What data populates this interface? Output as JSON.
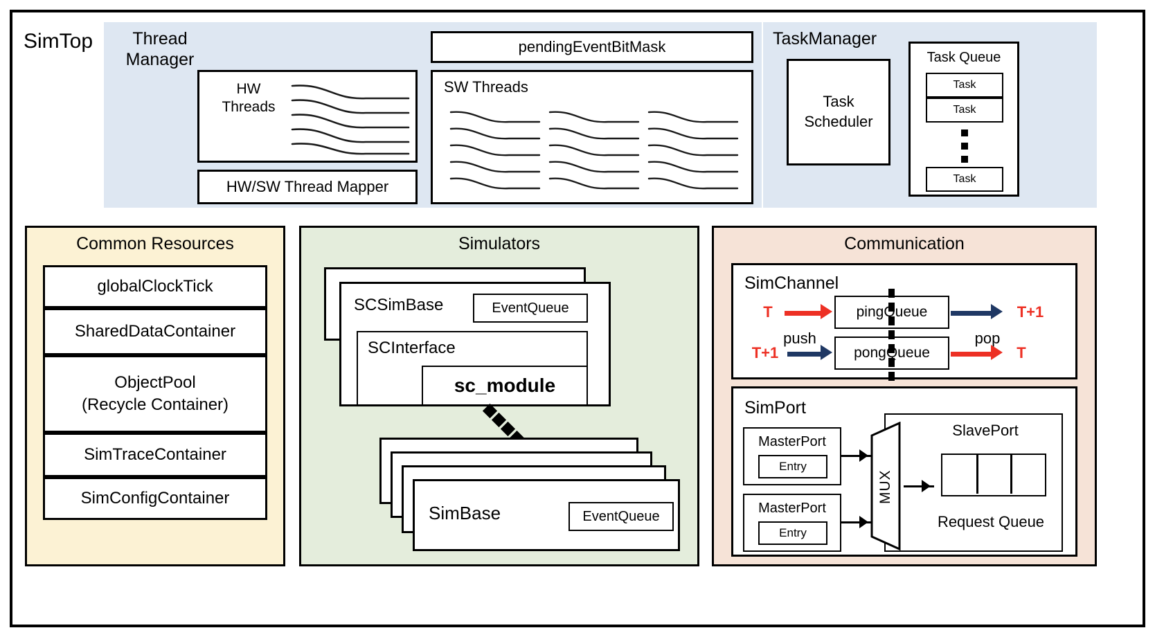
{
  "diagram": {
    "title": "SimTop",
    "colors": {
      "thread_panel": "#DEE7F2",
      "common_panel": "#FCF2D4",
      "simulators_panel": "#E4EDDC",
      "communication_panel": "#F6E3D7",
      "arrow_red": "#ED3024",
      "arrow_blue": "#1F3864",
      "stroke": "#000000"
    },
    "simtop": {
      "label": "SimTop",
      "thread_manager": {
        "label": "Thread Manager",
        "hw_threads": {
          "label": "HW Threads",
          "curve_count": 5
        },
        "hw_sw_mapper": {
          "label": "HW/SW Thread Mapper"
        },
        "pending_event_bitmask": {
          "label": "pendingEventBitMask"
        },
        "sw_threads": {
          "label": "SW Threads",
          "groups": 3,
          "curves_per_group": 5
        }
      },
      "task_manager": {
        "label": "TaskManager",
        "scheduler": {
          "label": "Task Scheduler"
        },
        "task_queue": {
          "label": "Task Queue",
          "items": [
            "Task",
            "Task",
            "Task"
          ],
          "ellipsis_dots": 3
        }
      }
    },
    "common_resources": {
      "title": "Common Resources",
      "items": [
        "globalClockTick",
        "SharedDataContainer",
        "ObjectPool\n(Recycle Container)",
        "SimTraceContainer",
        "SimConfigContainer"
      ]
    },
    "simulators": {
      "title": "Simulators",
      "sc_stack": {
        "label": "SCSimBase",
        "event_queue": "EventQueue",
        "interface": "SCInterface",
        "sc_module": "sc_module",
        "stack_depth": 2
      },
      "sim_stack": {
        "label": "SimBase",
        "event_queue": "EventQueue",
        "stack_depth": 4
      },
      "connector": "dashed-diagonal"
    },
    "communication": {
      "title": "Communication",
      "sim_channel": {
        "label": "SimChannel",
        "ping_queue": "pingQueue",
        "pong_queue": "pongQueue",
        "in_top": "T",
        "out_top": "T+1",
        "in_bottom": "T+1",
        "out_bottom": "T",
        "push_label": "push",
        "pop_label": "pop"
      },
      "sim_port": {
        "label": "SimPort",
        "master_ports": [
          {
            "label": "MasterPort",
            "entry": "Entry"
          },
          {
            "label": "MasterPort",
            "entry": "Entry"
          }
        ],
        "mux": "MUX",
        "slave_port": "SlavePort",
        "request_queue": {
          "label": "Request Queue",
          "slots": 3
        }
      }
    }
  }
}
